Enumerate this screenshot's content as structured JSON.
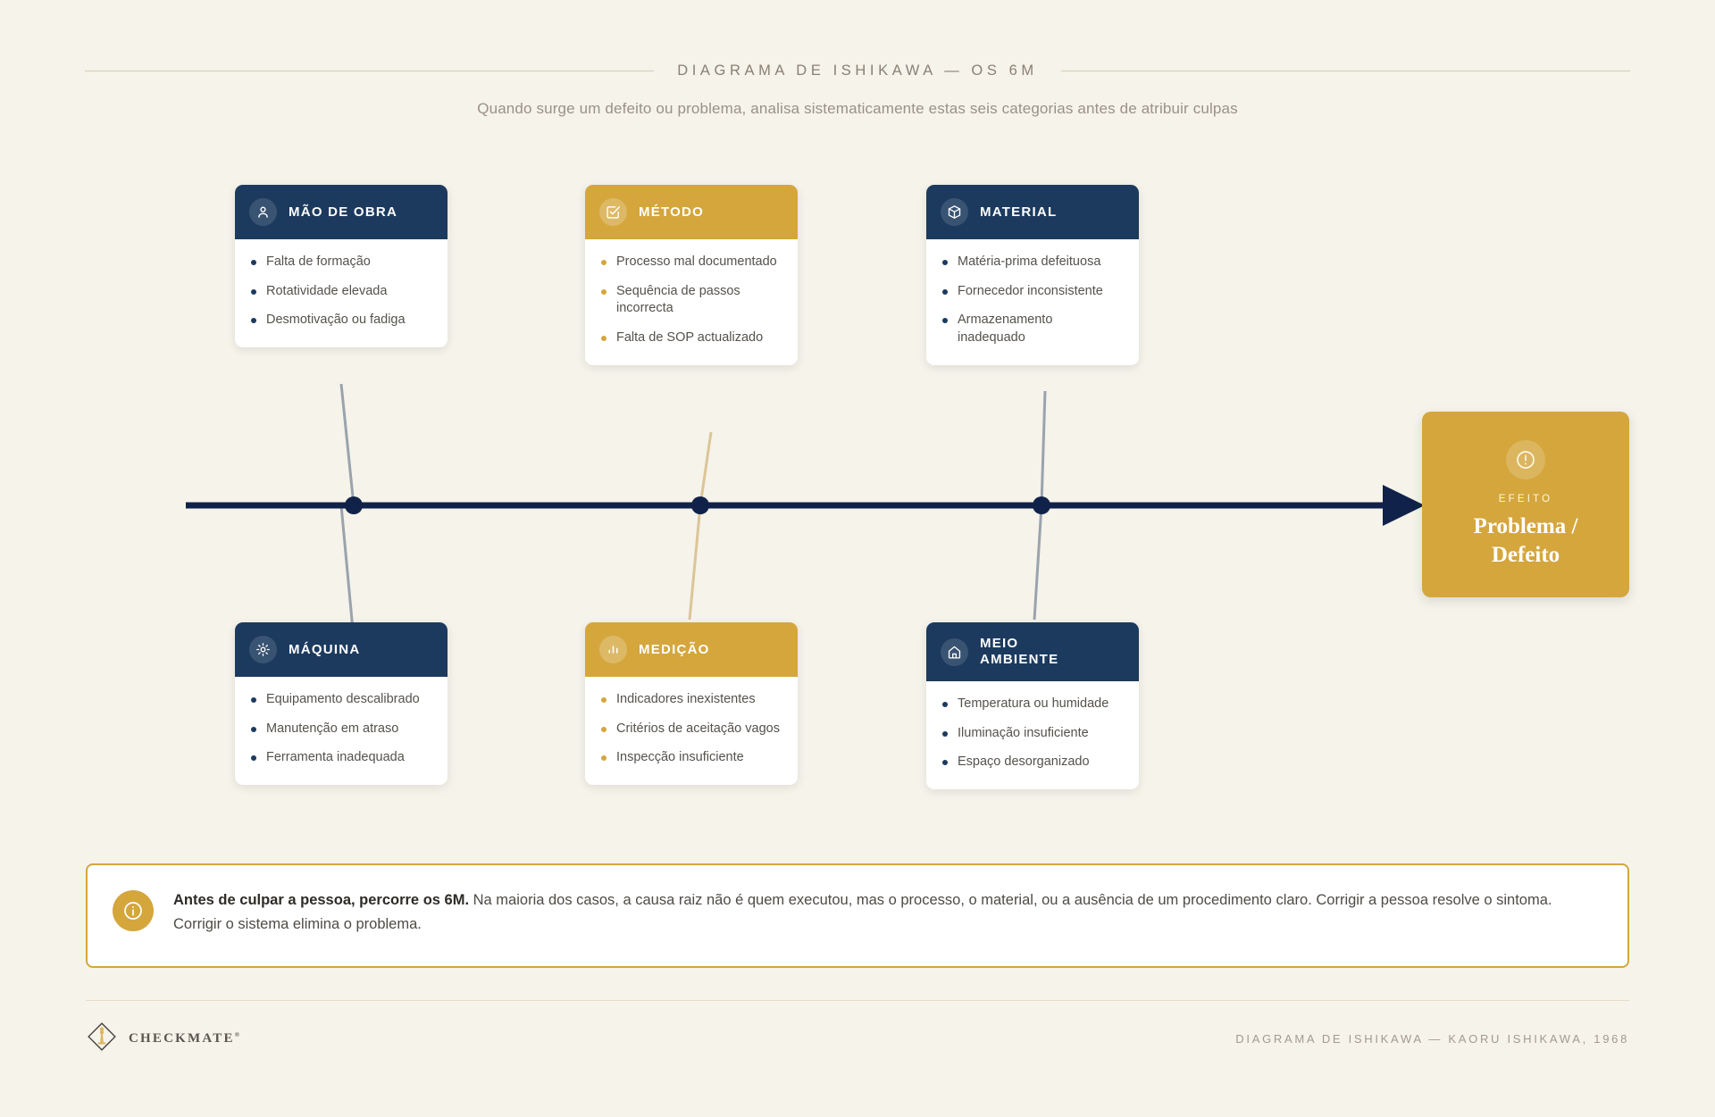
{
  "header": {
    "eyebrow": "DIAGRAMA DE ISHIKAWA — OS 6M",
    "subtitle": "Quando surge um defeito ou problema, analisa sistematicamente estas seis categorias antes de atribuir culpas"
  },
  "colors": {
    "background": "#f5f3ea",
    "navy": "#1c3a5e",
    "gold": "#d4a63c",
    "rule": "#ddc9ae",
    "connector_navy": "#9aa3ad",
    "connector_gold": "#dcc597",
    "text_body": "#55514c"
  },
  "cards": {
    "top": [
      {
        "id": "mao-de-obra",
        "title": "MÃO DE OBRA",
        "tone": "navy",
        "icon": "person-icon",
        "items": [
          "Falta de formação",
          "Rotatividade elevada",
          "Desmotivação ou fadiga"
        ]
      },
      {
        "id": "metodo",
        "title": "MÉTODO",
        "tone": "gold",
        "icon": "check-square-icon",
        "items": [
          "Processo mal documentado",
          "Sequência de passos incorrecta",
          "Falta de SOP actualizado"
        ]
      },
      {
        "id": "material",
        "title": "MATERIAL",
        "tone": "navy",
        "icon": "package-box-icon",
        "items": [
          "Matéria-prima defeituosa",
          "Fornecedor inconsistente",
          "Armazenamento inadequado"
        ]
      }
    ],
    "bottom": [
      {
        "id": "maquina",
        "title": "MÁQUINA",
        "tone": "navy",
        "icon": "gear-icon",
        "items": [
          "Equipamento descalibrado",
          "Manutenção em atraso",
          "Ferramenta inadequada"
        ]
      },
      {
        "id": "medicao",
        "title": "MEDIÇÃO",
        "tone": "gold",
        "icon": "bar-chart-icon",
        "items": [
          "Indicadores inexistentes",
          "Critérios de aceitação vagos",
          "Inspecção insuficiente"
        ]
      },
      {
        "id": "meio-ambiente",
        "title": "MEIO AMBIENTE",
        "tone": "navy",
        "icon": "home-icon",
        "items": [
          "Temperatura ou humidade",
          "Iluminação insuficiente",
          "Espaço desorganizado"
        ]
      }
    ]
  },
  "effect": {
    "icon": "alert-circle-icon",
    "label": "EFEITO",
    "title_line1": "Problema /",
    "title_line2": "Defeito"
  },
  "callout": {
    "icon": "info-circle-icon",
    "lead": "Antes de culpar a pessoa, percorre os 6M.",
    "body": " Na maioria dos casos, a causa raiz não é quem executou, mas o processo, o material, ou a ausência de um procedimento claro. Corrigir a pessoa resolve o sintoma. Corrigir o sistema elimina o problema."
  },
  "footer": {
    "brand": "CHECKMATE",
    "brand_mark": "®",
    "note": "DIAGRAMA DE ISHIKAWA — KAORU ISHIKAWA, 1968"
  }
}
